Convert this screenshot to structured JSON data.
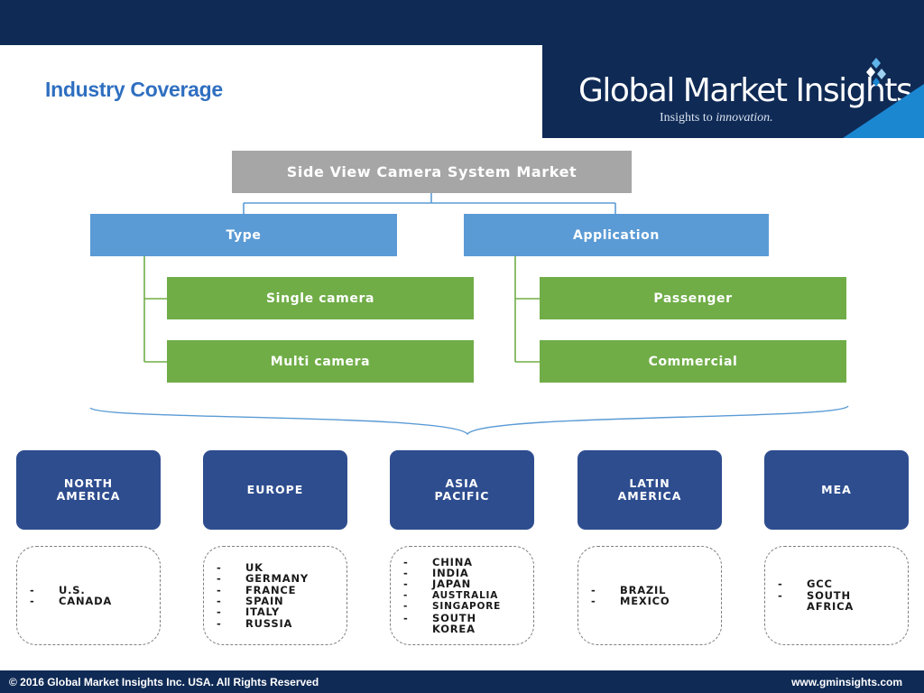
{
  "header": {
    "page_title": "Industry Coverage"
  },
  "brand": {
    "name": "Global Market Insights",
    "tagline_prefix": "Insights to ",
    "tagline_emphasis": "innovation."
  },
  "diagram": {
    "root": "Side View Camera System Market",
    "categories": [
      {
        "label": "Type",
        "children": [
          "Single camera",
          "Multi camera"
        ]
      },
      {
        "label": "Application",
        "children": [
          "Passenger",
          "Commercial"
        ]
      }
    ],
    "regions": [
      {
        "name_lines": [
          "NORTH",
          "AMERICA"
        ],
        "countries": [
          "U.S.",
          "CANADA"
        ]
      },
      {
        "name_lines": [
          "EUROPE"
        ],
        "countries": [
          "UK",
          "GERMANY",
          "FRANCE",
          "SPAIN",
          "ITALY",
          "RUSSIA"
        ]
      },
      {
        "name_lines": [
          "ASIA",
          "PACIFIC"
        ],
        "countries": [
          "CHINA",
          "INDIA",
          "JAPAN",
          "AUSTRALIA",
          "SINGAPORE",
          "SOUTH",
          "KOREA"
        ]
      },
      {
        "name_lines": [
          "LATIN",
          "AMERICA"
        ],
        "countries": [
          "BRAZIL",
          "MEXICO"
        ]
      },
      {
        "name_lines": [
          "MEA"
        ],
        "countries": [
          "GCC",
          "SOUTH",
          "AFRICA"
        ]
      }
    ]
  },
  "footer": {
    "copyright": "© 2016 Global Market Insights Inc. USA.  All Rights Reserved",
    "website": "www.gminsights.com"
  },
  "colors": {
    "navy": "#0f2a55",
    "root_gray": "#a6a6a6",
    "category_blue": "#5b9bd5",
    "leaf_green": "#70ad47",
    "region_blue": "#2e4d8f",
    "title_blue": "#2f6fc0"
  }
}
